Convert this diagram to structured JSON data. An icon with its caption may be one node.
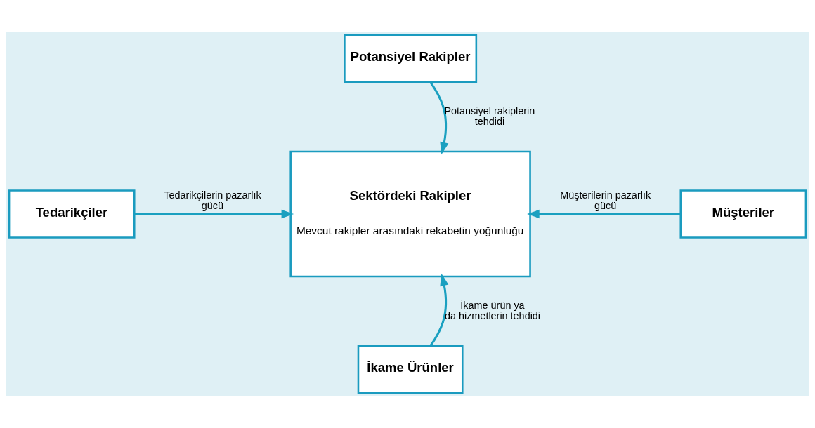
{
  "diagram": {
    "nodes": [
      {
        "text": [
          "Potansiyel Rakipler"
        ]
      },
      {
        "text": [
          "Sektördeki Rakipler",
          "Mevcut rakipler arasındaki rekabetin yoğunluğu"
        ]
      },
      {
        "text": [
          "Tedarikçiler"
        ]
      },
      {
        "text": [
          "Müşteriler"
        ]
      },
      {
        "text": [
          "İkame Ürünler"
        ]
      }
    ],
    "edges": [
      {
        "from": 0,
        "to": 1,
        "arrow": "to",
        "label": "Potansiyel rakiplerin tehdidi"
      },
      {
        "from": 2,
        "to": 1,
        "arrow": "to",
        "label": "Tedarikçilerin pazarlık gücü"
      },
      {
        "from": 3,
        "to": 1,
        "arrow": "to",
        "label": "Müşterilerin pazarlık gücü"
      },
      {
        "from": 4,
        "to": 1,
        "arrow": "to",
        "label": "İkame ürün ya da hizmetlerin tehdidi"
      }
    ]
  }
}
